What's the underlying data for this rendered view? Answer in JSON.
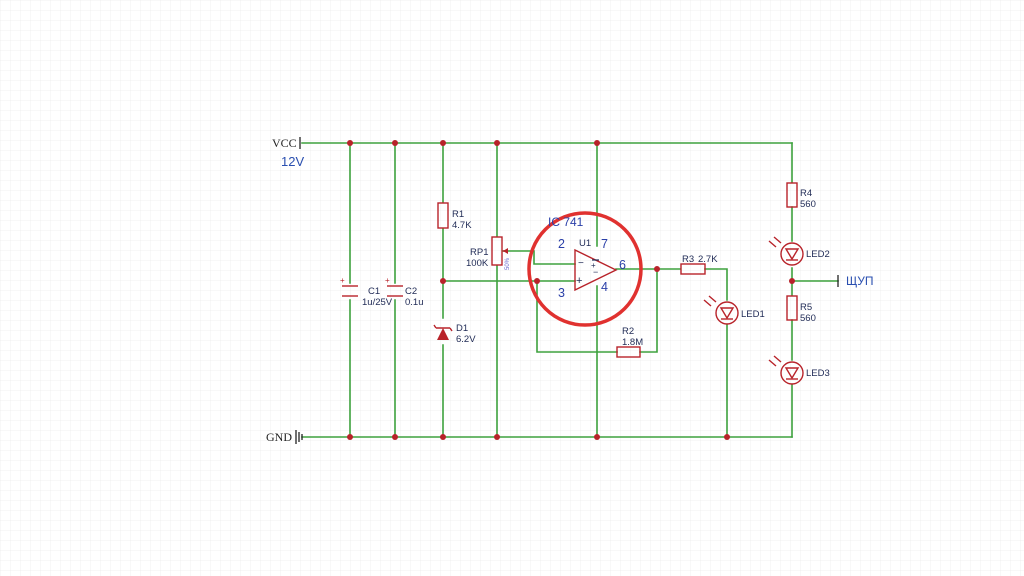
{
  "labels": {
    "vcc": "VCC",
    "vcc_value": "12V",
    "gnd": "GND",
    "probe": "ЩУП",
    "ic_note": "IC 741"
  },
  "components": {
    "c1": {
      "ref": "C1",
      "value": "1u/25V"
    },
    "c2": {
      "ref": "C2",
      "value": "0.1u"
    },
    "r1": {
      "ref": "R1",
      "value": "4.7K"
    },
    "d1": {
      "ref": "D1",
      "value": "6.2V"
    },
    "rp1": {
      "ref": "RP1",
      "value": "100K",
      "wiper": "50%"
    },
    "u1": {
      "ref": "U1",
      "pin2": "2",
      "pin3": "3",
      "pin4": "4",
      "pin6": "6",
      "pin7": "7"
    },
    "r2": {
      "ref": "R2",
      "value": "1.8M"
    },
    "r3": {
      "ref": "R3",
      "value": "2.7K"
    },
    "r4": {
      "ref": "R4",
      "value": "560"
    },
    "r5": {
      "ref": "R5",
      "value": "560"
    },
    "led1": {
      "ref": "LED1"
    },
    "led2": {
      "ref": "LED2"
    },
    "led3": {
      "ref": "LED3"
    }
  },
  "colors": {
    "wire": "#3ea23e",
    "component": "#b8232a",
    "highlight_circle": "#e0312f",
    "grid": "#eaeaea",
    "pin_text": "#2a3fa8"
  }
}
